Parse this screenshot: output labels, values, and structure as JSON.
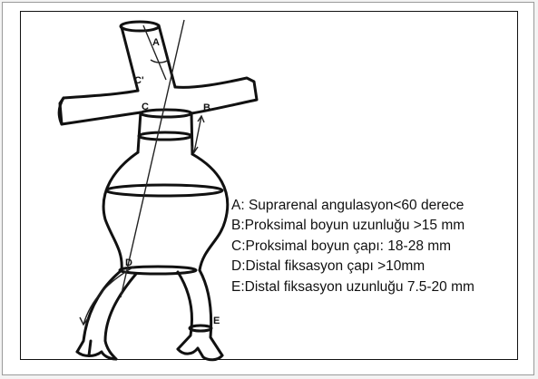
{
  "labels": {
    "a": "A",
    "b": "B",
    "c": "C",
    "c_prime": "C'",
    "d": "D",
    "e": "E"
  },
  "legend": [
    "A: Suprarenal angulasyon<60 derece",
    "B:Proksimal boyun uzunluğu >15 mm",
    "C:Proksimal boyun çapı: 18-28 mm",
    "D:Distal fiksasyon çapı >10mm",
    "E:Distal fiksasyon uzunluğu 7.5-20 mm"
  ]
}
